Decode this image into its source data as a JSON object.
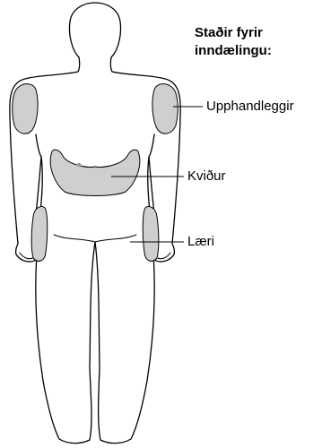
{
  "heading": {
    "line1": "Staðir fyrir",
    "line2": "inndælingu:"
  },
  "sites": {
    "upper_arm": "Upphandleggir",
    "abdomen": "Kviður",
    "thigh": "Læri"
  },
  "colors": {
    "outline": "#000000",
    "site_fill": "#cfcfcf",
    "navel": "#9a9a9a",
    "background": "#ffffff"
  }
}
